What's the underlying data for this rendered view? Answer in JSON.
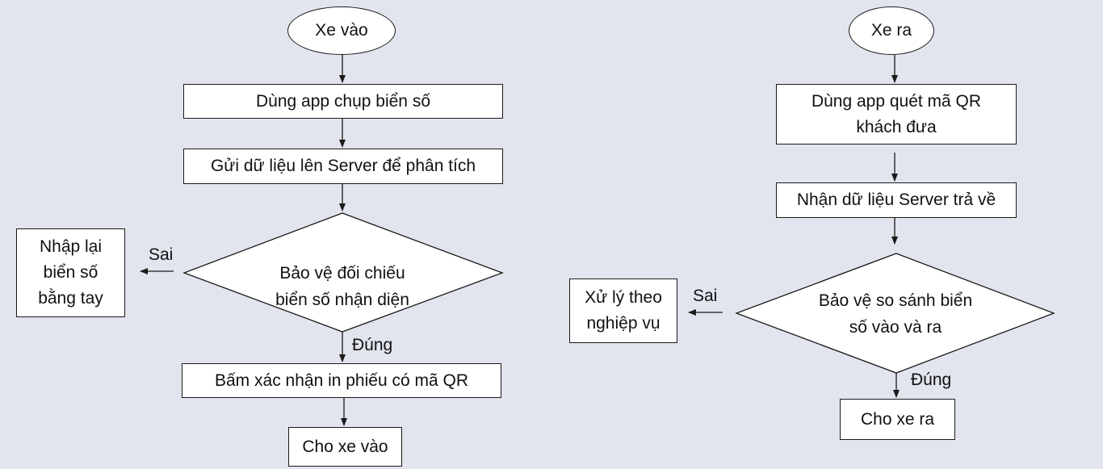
{
  "colors": {
    "background": "#e2e4ee",
    "node_fill": "#ffffff",
    "stroke": "#1a1a1a",
    "text": "#111111"
  },
  "flow_in": {
    "start": "Xe vào",
    "step_capture": "Dùng app chụp biển số",
    "step_send": "Gửi dữ liệu lên Server để phân tích",
    "decision": "Bảo vệ đối chiếu biển số nhận diện",
    "no_label": "Sai",
    "no_action": "Nhập lại biển số bằng tay",
    "yes_label": "Đúng",
    "step_confirm": "Bấm xác nhận in phiếu có mã QR",
    "end": "Cho xe vào"
  },
  "flow_out": {
    "start": "Xe ra",
    "step_scan": "Dùng app quét mã QR khách đưa",
    "step_receive": "Nhận dữ liệu Server trả về",
    "decision": "Bảo vệ so sánh biển số vào và ra",
    "no_label": "Sai",
    "no_action": "Xử lý theo nghiệp vụ",
    "yes_label": "Đúng",
    "end": "Cho xe ra"
  }
}
